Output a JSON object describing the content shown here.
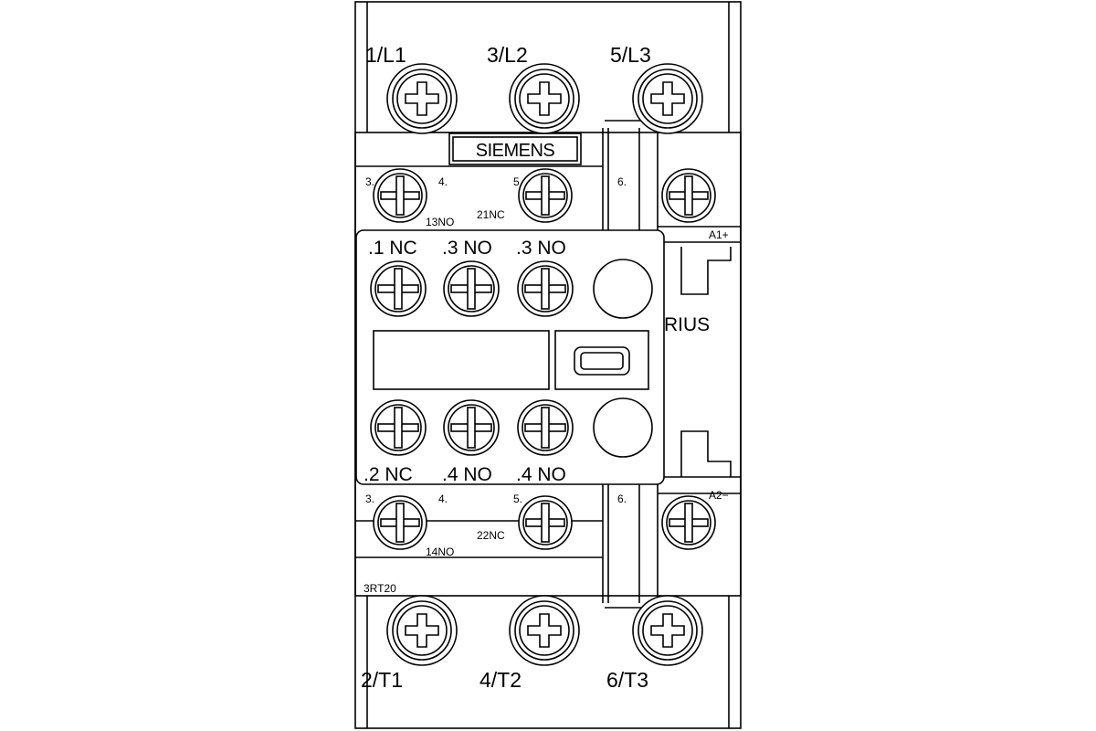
{
  "brand": "SIEMENS",
  "series_text": "RIUS",
  "model": "3RT20",
  "main_terminals": {
    "top": [
      "1/L1",
      "3/L2",
      "5/L3"
    ],
    "bottom": [
      "2/T1",
      "4/T2",
      "6/T3"
    ]
  },
  "coil_terminals": {
    "a1": "A1+",
    "a2": "A2−"
  },
  "base_aux_numbers": {
    "top": [
      "3.",
      "4.",
      "5.",
      "6."
    ],
    "bottom": [
      "3.",
      "4.",
      "5.",
      "6."
    ]
  },
  "base_aux_markings": {
    "top": [
      "13NO",
      "21NC"
    ],
    "bottom": [
      "14NO",
      "22NC"
    ]
  },
  "aux_block_labels": {
    "top": [
      ".1 NC",
      ".3 NO",
      ".3 NO"
    ],
    "bottom": [
      ".2 NC",
      ".4 NO",
      ".4 NO"
    ]
  },
  "colors": {
    "line": "#000000",
    "background": "#ffffff"
  },
  "icons": {
    "terminal_screw": "screw-terminal-icon",
    "brand_plate": "brand-plate",
    "tab_indicator": "tab-indicator-icon"
  }
}
